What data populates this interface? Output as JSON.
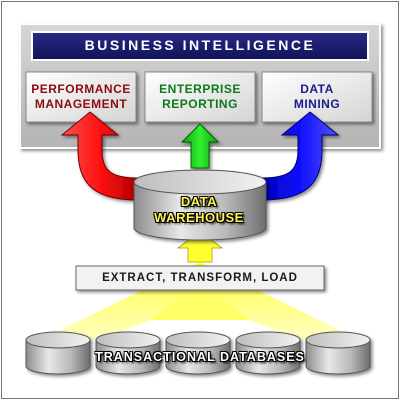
{
  "diagram": {
    "banner": "BUSINESS INTELLIGENCE",
    "panels": [
      {
        "line1": "PERFORMANCE",
        "line2": "MANAGEMENT",
        "color": "#8a0d0d",
        "arrow_color": "#ff1a1a"
      },
      {
        "line1": "ENTERPRISE",
        "line2": "REPORTING",
        "color": "#0c7a1c",
        "arrow_color": "#22e022"
      },
      {
        "line1": "DATA",
        "line2": "MINING",
        "color": "#1b1b8a",
        "arrow_color": "#2222ff"
      }
    ],
    "warehouse": {
      "line1": "DATA",
      "line2": "WAREHOUSE"
    },
    "etl": "EXTRACT, TRANSFORM, LOAD",
    "sources": "TRANSACTIONAL DATABASES",
    "colors": {
      "banner_bg": "#1c1c6e",
      "frame": "#c8c8c8",
      "flow_arrow": "#ffff55"
    }
  }
}
